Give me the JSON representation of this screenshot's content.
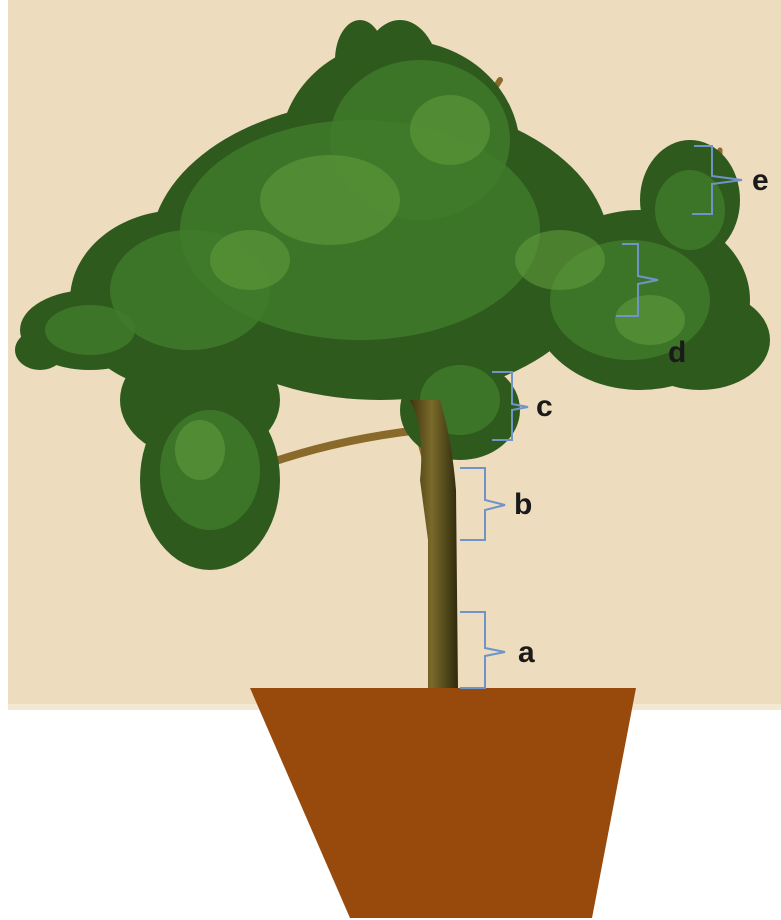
{
  "labels": {
    "a": "a",
    "b": "b",
    "c": "c",
    "d": "d",
    "e": "e"
  },
  "colors": {
    "background_panel": "#EEDCBE",
    "pot": "#984A0C",
    "trunk": "#6B5A20",
    "branch": "#8A6A2A",
    "foliage_dark": "#2E5A1E",
    "foliage_mid": "#3F7A2A",
    "foliage_light": "#5F9A3A",
    "bracket": "#6E94C8",
    "label_text": "#1A1A1A"
  }
}
